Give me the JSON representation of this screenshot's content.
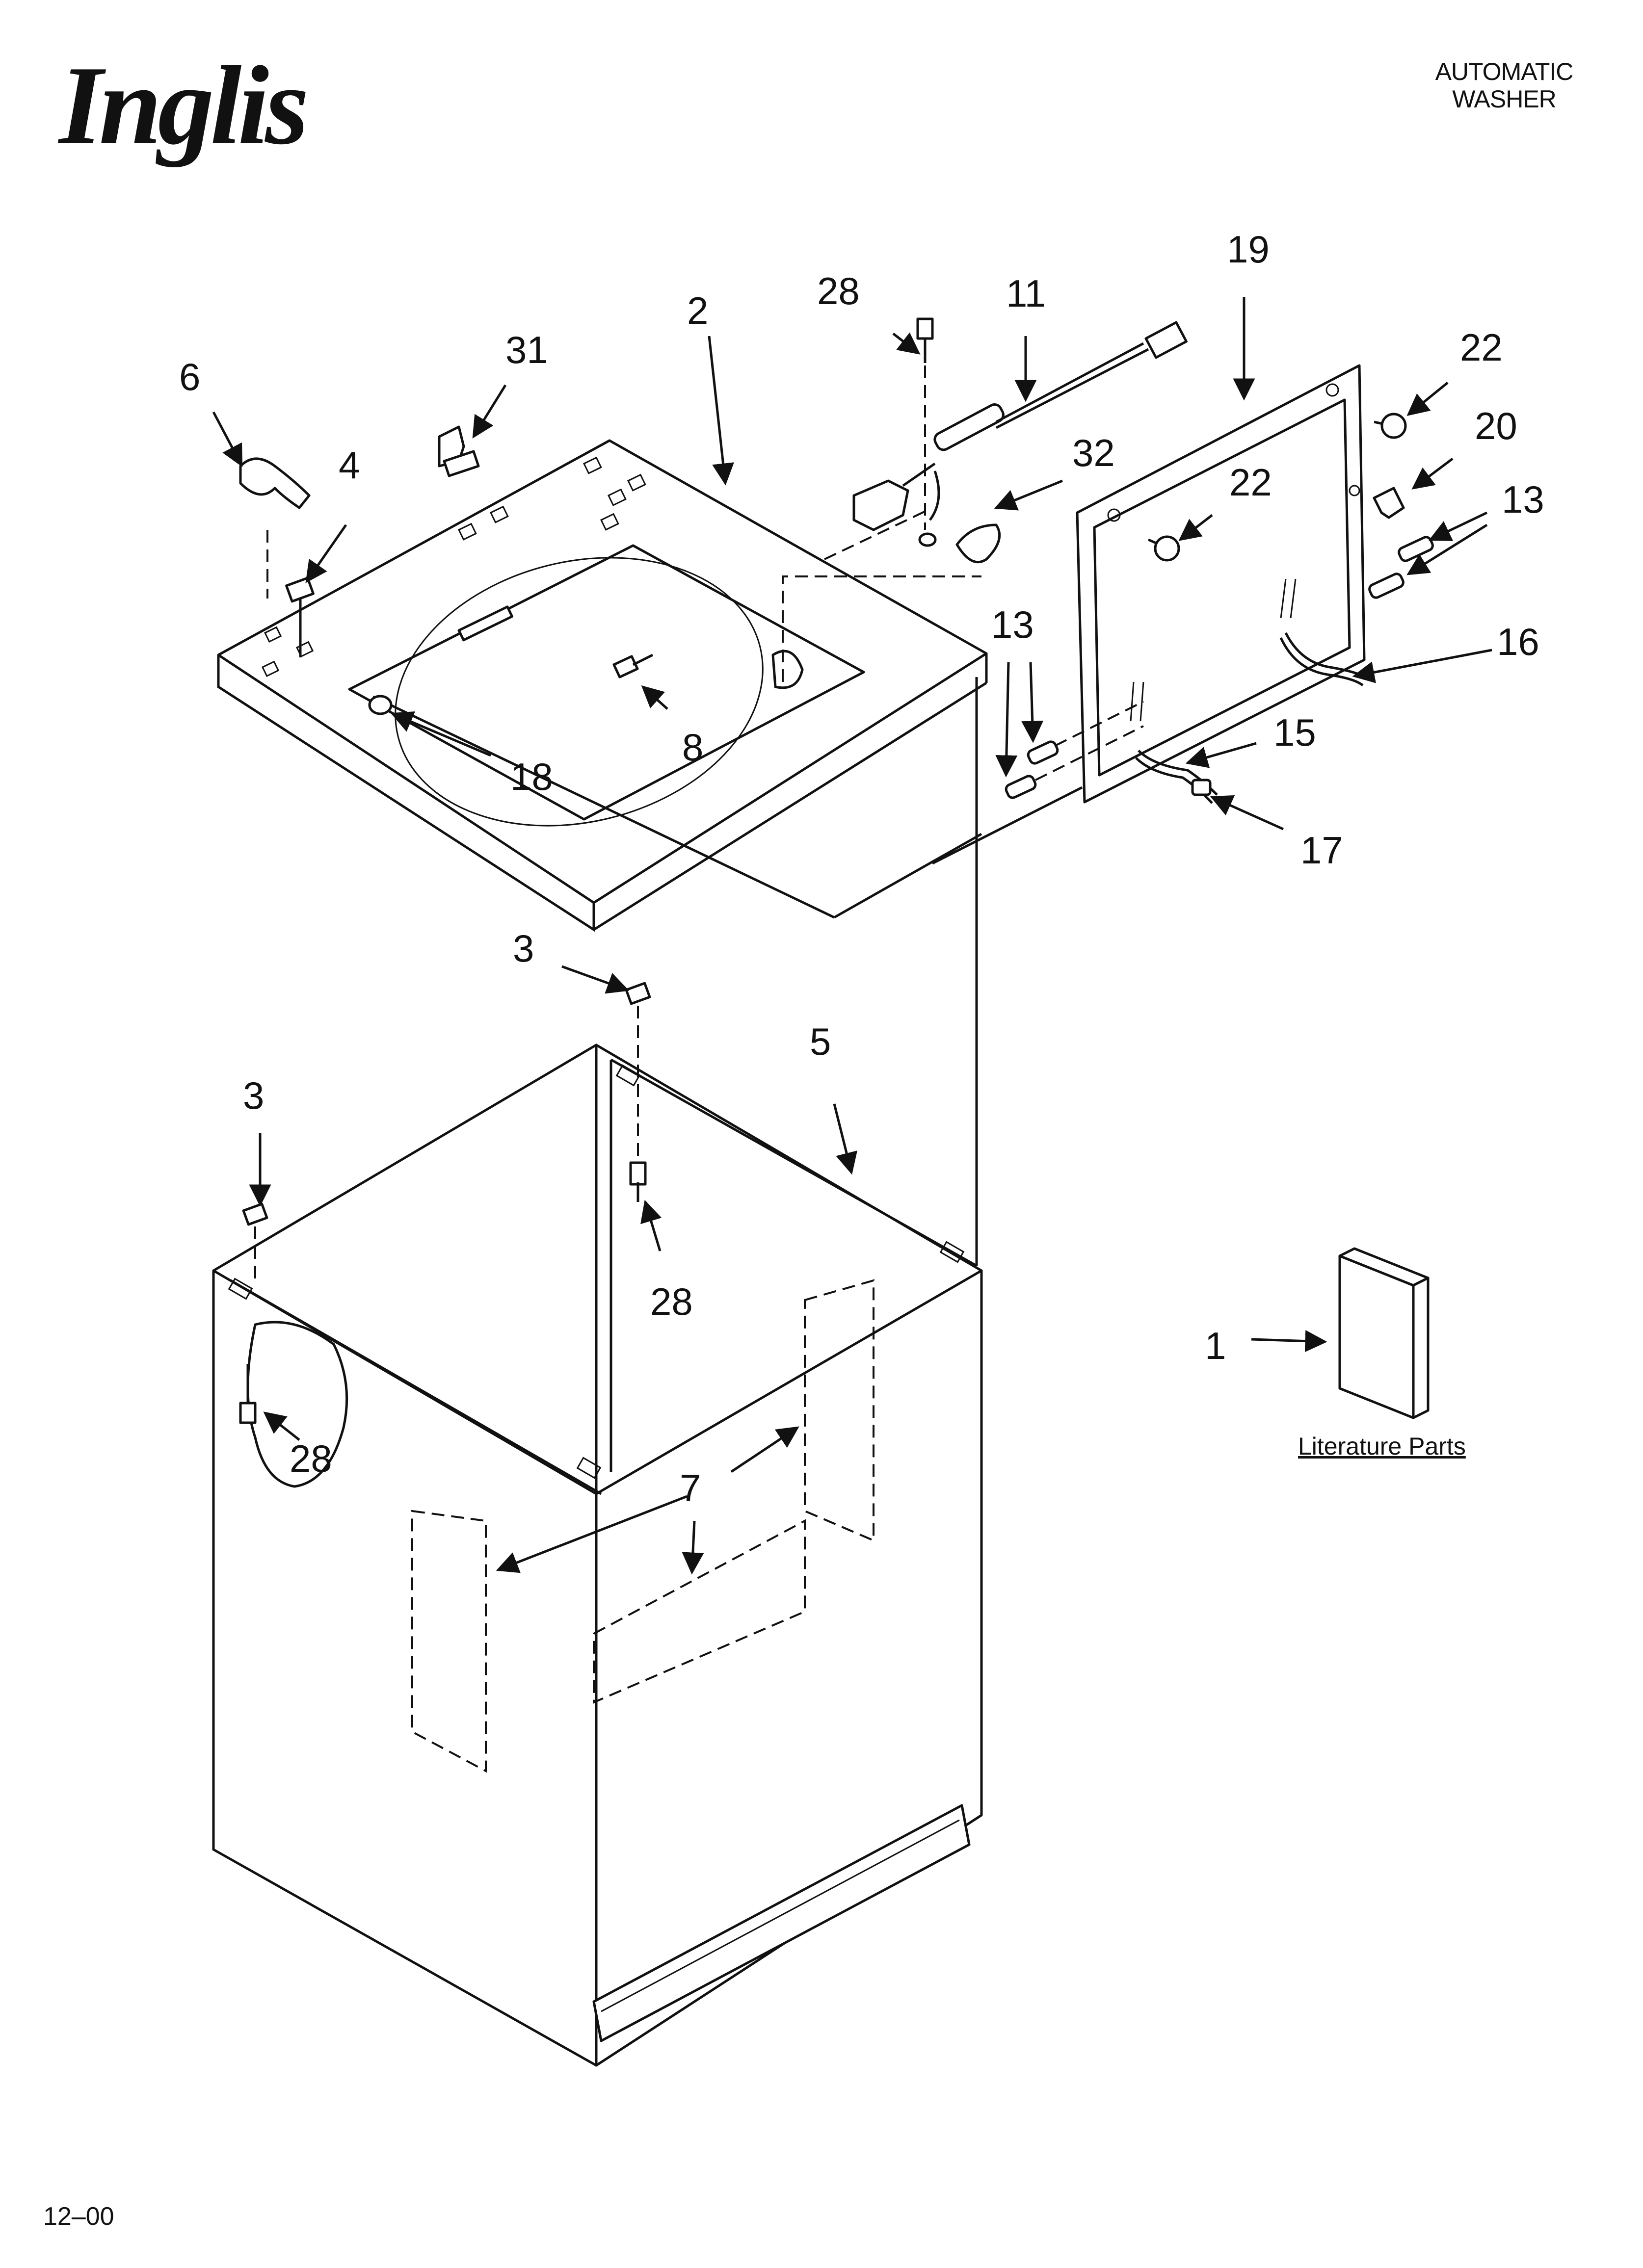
{
  "header": {
    "brand": "Inglis",
    "title_line1": "AUTOMATIC",
    "title_line2": "WASHER"
  },
  "footer": {
    "date_code": "12–00"
  },
  "callouts": {
    "c1": "1",
    "c2": "2",
    "c3a": "3",
    "c3b": "3",
    "c4": "4",
    "c5": "5",
    "c6": "6",
    "c7": "7",
    "c8": "8",
    "c11": "11",
    "c13a": "13",
    "c13b": "13",
    "c15": "15",
    "c16": "16",
    "c17": "17",
    "c18": "18",
    "c19": "19",
    "c20": "20",
    "c22a": "22",
    "c22b": "22",
    "c28a": "28",
    "c28b": "28",
    "c28c": "28",
    "c31": "31",
    "c32": "32"
  },
  "literature": {
    "label": "Literature Parts"
  }
}
